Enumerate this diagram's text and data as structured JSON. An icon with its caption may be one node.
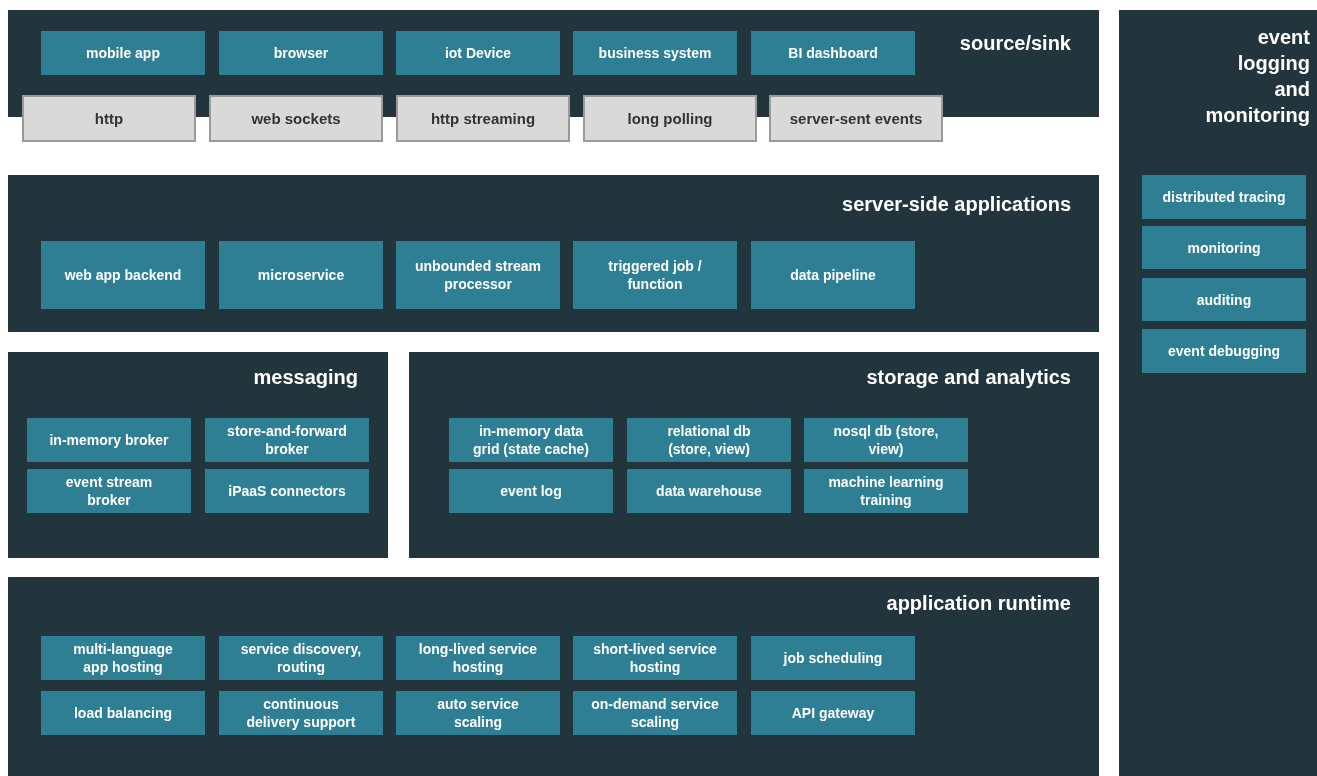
{
  "diagram": {
    "nodes": [
      {
        "text": [
          "source/sink"
        ]
      },
      {
        "text": [
          "mobile app"
        ],
        "in": 0
      },
      {
        "text": [
          "browser"
        ],
        "in": 0
      },
      {
        "text": [
          "iot Device"
        ],
        "in": 0
      },
      {
        "text": [
          "business system"
        ],
        "in": 0
      },
      {
        "text": [
          "BI dashboard"
        ],
        "in": 0
      },
      {
        "text": [
          "http"
        ]
      },
      {
        "text": [
          "web sockets"
        ]
      },
      {
        "text": [
          "http streaming"
        ]
      },
      {
        "text": [
          "long polling"
        ]
      },
      {
        "text": [
          "server-sent events"
        ]
      },
      {
        "text": [
          "event logging and monitoring"
        ]
      },
      {
        "text": [
          "distributed tracing"
        ],
        "in": 11
      },
      {
        "text": [
          "monitoring"
        ],
        "in": 11
      },
      {
        "text": [
          "auditing"
        ],
        "in": 11
      },
      {
        "text": [
          "event debugging"
        ],
        "in": 11
      },
      {
        "text": [
          "server-side applications"
        ]
      },
      {
        "text": [
          "web app backend"
        ],
        "in": 16
      },
      {
        "text": [
          "microservice"
        ],
        "in": 16
      },
      {
        "text": [
          "unbounded stream processor"
        ],
        "in": 16
      },
      {
        "text": [
          "triggered job / function"
        ],
        "in": 16
      },
      {
        "text": [
          "data pipeline"
        ],
        "in": 16
      },
      {
        "text": [
          "messaging"
        ]
      },
      {
        "text": [
          "in-memory broker"
        ],
        "in": 22
      },
      {
        "text": [
          "store-and-forward broker"
        ],
        "in": 22
      },
      {
        "text": [
          "event stream broker"
        ],
        "in": 22
      },
      {
        "text": [
          "iPaaS connectors"
        ],
        "in": 22
      },
      {
        "text": [
          "storage and analytics"
        ]
      },
      {
        "text": [
          "in-memory data grid (state cache)"
        ],
        "in": 27
      },
      {
        "text": [
          "relational db (store, view)"
        ],
        "in": 27
      },
      {
        "text": [
          "nosql db (store, view)"
        ],
        "in": 27
      },
      {
        "text": [
          "event log"
        ],
        "in": 27
      },
      {
        "text": [
          "data warehouse"
        ],
        "in": 27
      },
      {
        "text": [
          "machine learning training"
        ],
        "in": 27
      },
      {
        "text": [
          "application runtime"
        ]
      },
      {
        "text": [
          "multi-language app hosting"
        ],
        "in": 34
      },
      {
        "text": [
          "service discovery, routing"
        ],
        "in": 34
      },
      {
        "text": [
          "long-lived service hosting"
        ],
        "in": 34
      },
      {
        "text": [
          "short-lived service hosting"
        ],
        "in": 34
      },
      {
        "text": [
          "job scheduling"
        ],
        "in": 34
      },
      {
        "text": [
          "load balancing"
        ],
        "in": 34
      },
      {
        "text": [
          "continuous delivery support"
        ],
        "in": 34
      },
      {
        "text": [
          "auto service scaling"
        ],
        "in": 34
      },
      {
        "text": [
          "on-demand service scaling"
        ],
        "in": 34
      },
      {
        "text": [
          "API gateway"
        ],
        "in": 34
      }
    ]
  }
}
